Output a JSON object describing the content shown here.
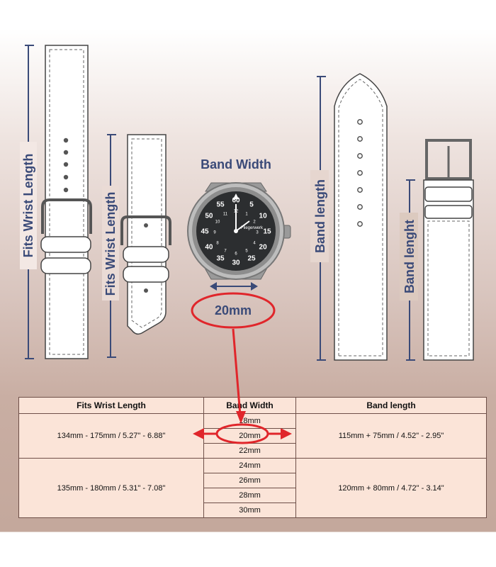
{
  "labels": {
    "fits_wrist_length": "Fits Wrist Length",
    "band_width": "Band Width",
    "band_length": "Band length",
    "band_lenght": "Band lenght",
    "callout_width": "20mm"
  },
  "watch_dial": {
    "outer": [
      "60",
      "5",
      "10",
      "15",
      "20",
      "25",
      "30",
      "35",
      "40",
      "45",
      "50",
      "55"
    ],
    "inner": [
      "12",
      "1",
      "2",
      "3",
      "4",
      "5",
      "6",
      "7",
      "8",
      "9",
      "10",
      "11"
    ],
    "brand": "Fliegerwerk"
  },
  "table": {
    "headers": [
      "Fits Wrist Length",
      "Band Width",
      "Band length"
    ],
    "groups": [
      {
        "wrist": "134mm - 175mm / 5.27\" - 6.88\"",
        "widths": [
          "18mm",
          "20mm",
          "22mm"
        ],
        "length": "115mm + 75mm / 4.52\" - 2.95\""
      },
      {
        "wrist": "135mm - 180mm / 5.31\" - 7.08\"",
        "widths": [
          "24mm",
          "26mm",
          "28mm",
          "30mm"
        ],
        "length": "120mm + 80mm / 4.72\" - 3.14\""
      }
    ]
  },
  "colors": {
    "accent_red": "#e0262b",
    "label_navy": "#3a4a78",
    "table_fill": "#fbe4d8"
  }
}
